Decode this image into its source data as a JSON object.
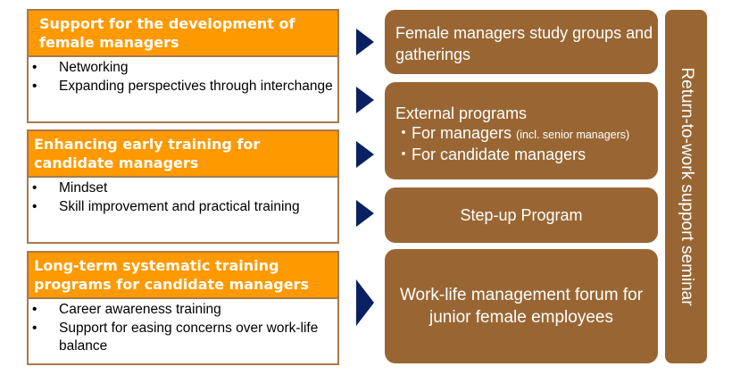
{
  "left_boxes": [
    {
      "title": "Support for the development of female managers",
      "items": [
        "Networking",
        "Expanding perspectives through interchange"
      ]
    },
    {
      "title": "Enhancing early training for candidate managers",
      "items": [
        "Mindset",
        "Skill improvement and practical training"
      ]
    },
    {
      "title": "Long-term systematic training programs for candidate managers",
      "items": [
        "Career awareness training",
        "Support for easing concerns over work-life balance"
      ]
    }
  ],
  "bullet": "•",
  "right_boxes": {
    "study_groups": "Female managers study groups and gatherings",
    "external_title": "External programs",
    "external_bullet": "・",
    "external_item1": "For managers",
    "external_item1_note": "(incl. senior managers)",
    "external_item2": "For candidate managers",
    "step_up": "Step-up Program",
    "forum": "Work-life management forum for junior female employees"
  },
  "side_bar": "Return-to-work support seminar",
  "colors": {
    "orange": "#FF9900",
    "brown": "#996633",
    "arrow": "#0A2161"
  }
}
